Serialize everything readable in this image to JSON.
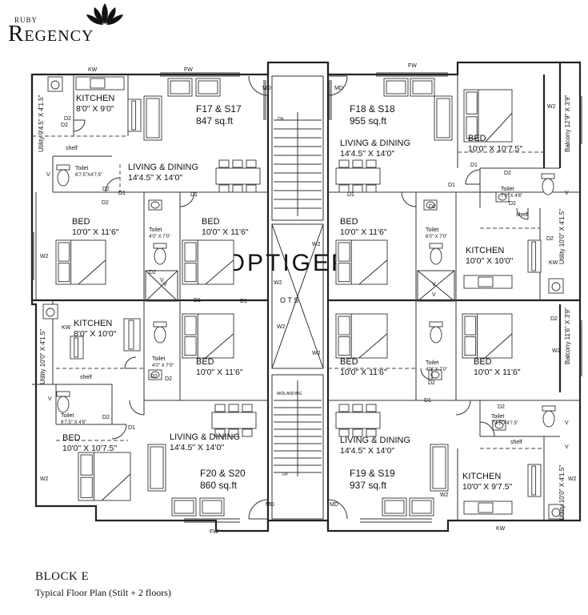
{
  "brand": {
    "small": "RUBY",
    "large": "Regency"
  },
  "block": {
    "title": "BLOCK E",
    "subtitle": "Typical Floor Plan (Stilt + 2 floors)"
  },
  "watermark": "PROPTIGER",
  "core": {
    "ots": "O T S",
    "midlanding": "MIDLANDING",
    "dn": "DN",
    "up": "UP"
  },
  "units": [
    {
      "id": "F17 & S17",
      "area": "847 sq.ft"
    },
    {
      "id": "F18 & S18",
      "area": "955 sq.ft"
    },
    {
      "id": "F20 & S20",
      "area": "860 sq.ft"
    },
    {
      "id": "F19 & S19",
      "area": "937 sq.ft"
    }
  ],
  "rooms": [
    {
      "name": "KITCHEN",
      "size": "8'0\" X 9'0\""
    },
    {
      "name": "LIVING & DINING",
      "size": "14'4.5\" X 14'0\""
    },
    {
      "name": "LIVING & DINING",
      "size": "14'4.5\" X 14'0\""
    },
    {
      "name": "BED",
      "size": "10'0\" X 10'7.5\""
    },
    {
      "name": "BED",
      "size": "10'0\" X 11'6\""
    },
    {
      "name": "BED",
      "size": "10'0\" X 11'6\""
    },
    {
      "name": "BED",
      "size": "10'0\" X 11'6\""
    },
    {
      "name": "KITCHEN",
      "size": "10'0\" X 10'0\""
    },
    {
      "name": "KITCHEN",
      "size": "8'0\" X 10'0\""
    },
    {
      "name": "BED",
      "size": "10'0\" X 11'6\""
    },
    {
      "name": "BED",
      "size": "10'0\" X 11'6\""
    },
    {
      "name": "BED",
      "size": "10'0\" X 11'6\""
    },
    {
      "name": "BED",
      "size": "10'0\" X 10'7.5\""
    },
    {
      "name": "LIVING & DINING",
      "size": "14'4.5\" X 14'0\""
    },
    {
      "name": "LIVING & DINING",
      "size": "14'4.5\" X 14'0\""
    },
    {
      "name": "KITCHEN",
      "size": "10'0\" X 9'7.5\""
    }
  ],
  "small_rooms": [
    {
      "name": "Toilet",
      "size": "6'7.5\"X4'7.5\""
    },
    {
      "name": "Toilet",
      "size": "4'0\" X 7'0\""
    },
    {
      "name": "Toilet",
      "size": "6'0\" X 7'0\""
    },
    {
      "name": "Toilet",
      "size": "7'0\" X 4'6\""
    },
    {
      "name": "Toilet",
      "size": "4'0\" X 7'0\""
    },
    {
      "name": "Toilet",
      "size": "4'0\" X 7'0\""
    },
    {
      "name": "Toilet",
      "size": "6'7.5\" X 4'6\""
    },
    {
      "name": "Toilet",
      "size": "7'4.5\"X4'7.5\""
    }
  ],
  "vertical_labels": [
    {
      "text": "Utility 9'4.5\" X 4'1.5\""
    },
    {
      "text": "Balcony 12'9\" X 3'9\""
    },
    {
      "text": "Utility 10'0\" X 4'1.5\""
    },
    {
      "text": "Utility 10'0\" X 4'1.5\""
    },
    {
      "text": "Balcony 11'6\" X 3'9\""
    },
    {
      "text": "Utility 10'0\" X 4'1.5\""
    }
  ],
  "tags": [
    "KW",
    "FW",
    "MD",
    "MD",
    "FW",
    "W2",
    "D2",
    "D2",
    "shelf",
    "V",
    "D2",
    "D1",
    "D1",
    "D2",
    "D2",
    "D1",
    "V",
    "D2",
    "shelf",
    "D2",
    "W2",
    "KW",
    "W2",
    "W2",
    "V",
    "V",
    "W2",
    "W2",
    "KW",
    "D2",
    "D2",
    "shelf",
    "D1",
    "D2",
    "D2",
    "D1",
    "D2",
    "D2",
    "W2",
    "V",
    "D2",
    "shelf",
    "D1",
    "D2",
    "MD",
    "MD",
    "FW",
    "KW",
    "V",
    "V",
    "V",
    "V",
    "D1",
    "D1",
    "D1",
    "W2",
    "W2",
    "W2"
  ]
}
